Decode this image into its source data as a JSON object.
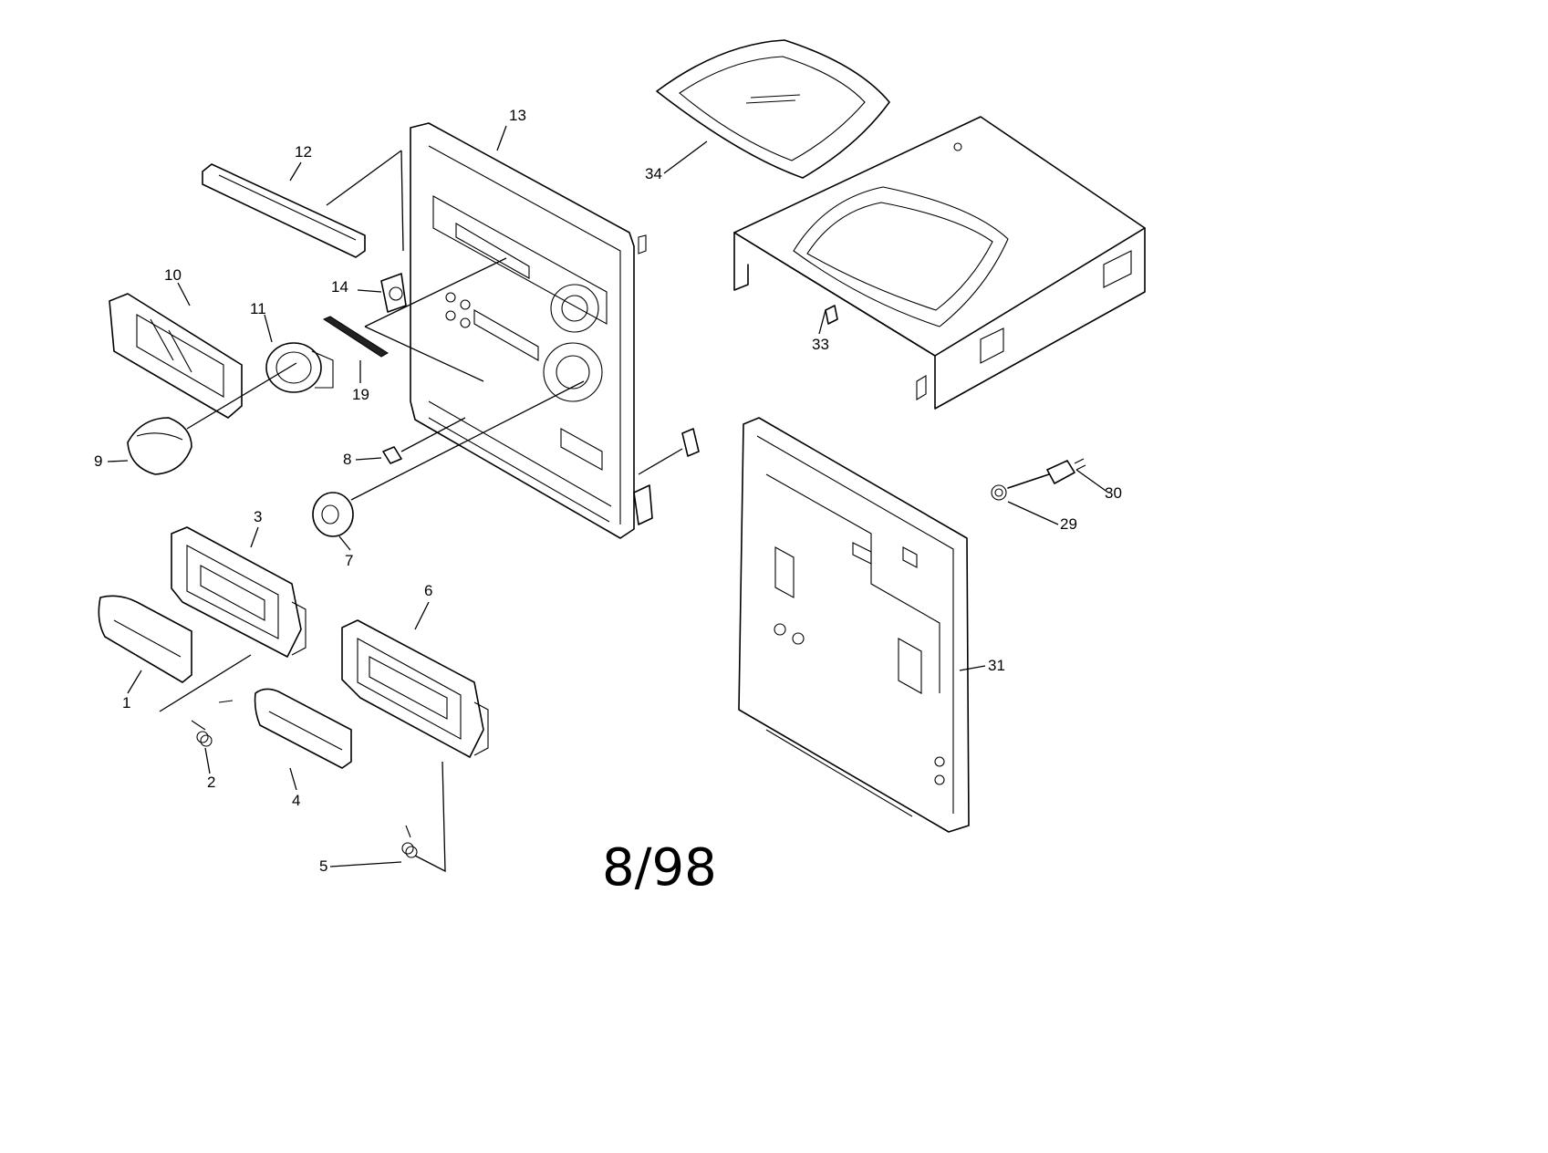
{
  "diagram": {
    "date_code": "8/98",
    "part_labels": {
      "p1": "1",
      "p2": "2",
      "p3": "3",
      "p4": "4",
      "p5": "5",
      "p6": "6",
      "p7": "7",
      "p8": "8",
      "p9": "9",
      "p10": "10",
      "p11": "11",
      "p12": "12",
      "p13": "13",
      "p14": "14",
      "p19": "19",
      "p29": "29",
      "p30": "30",
      "p31": "31",
      "p33": "33",
      "p34": "34"
    }
  },
  "colors": {
    "line": "#000000",
    "background": "#ffffff"
  }
}
